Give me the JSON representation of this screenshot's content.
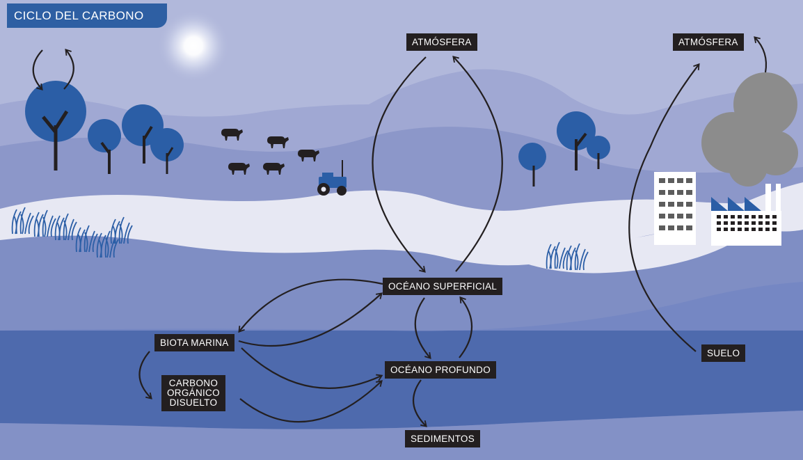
{
  "title": "CICLO DEL CARBONO",
  "nodes": {
    "atmosphere_left": "ATMÓSFERA",
    "atmosphere_right": "ATMÓSFERA",
    "surface_ocean": "OCÉANO SUPERFICIAL",
    "deep_ocean": "OCÉANO PROFUNDO",
    "marine_biota": "BIOTA MARINA",
    "dissolved_organic_carbon": [
      "CARBONO",
      "ORGÁNICO",
      "DISUELTO"
    ],
    "sediments": "SEDIMENTOS",
    "soil": "SUELO"
  },
  "flows": [
    {
      "from": "atmosphere_left",
      "to": "surface_ocean"
    },
    {
      "from": "surface_ocean",
      "to": "atmosphere_left"
    },
    {
      "from": "surface_ocean",
      "to": "marine_biota"
    },
    {
      "from": "marine_biota",
      "to": "surface_ocean"
    },
    {
      "from": "marine_biota",
      "to": "deep_ocean"
    },
    {
      "from": "marine_biota",
      "to": "dissolved_organic_carbon"
    },
    {
      "from": "dissolved_organic_carbon",
      "to": "deep_ocean"
    },
    {
      "from": "surface_ocean",
      "to": "deep_ocean"
    },
    {
      "from": "deep_ocean",
      "to": "surface_ocean"
    },
    {
      "from": "deep_ocean",
      "to": "sediments"
    },
    {
      "from": "soil",
      "to": "atmosphere_right"
    },
    {
      "from": "factory_emissions",
      "to": "atmosphere_right"
    }
  ],
  "colors": {
    "sky": "#b1b8db",
    "hills_far": "#a0a8d3",
    "hills_mid": "#8c97c9",
    "snow": "#e7e8f3",
    "land": "#7f8ec4",
    "ocean_surface": "#6a7cbf",
    "ocean_deep": "#4e6aad",
    "tree": "#2b5ea6",
    "smoke": "#8c8c8c",
    "label_bg": "#231f20",
    "title_bg": "#2e5fa3"
  }
}
